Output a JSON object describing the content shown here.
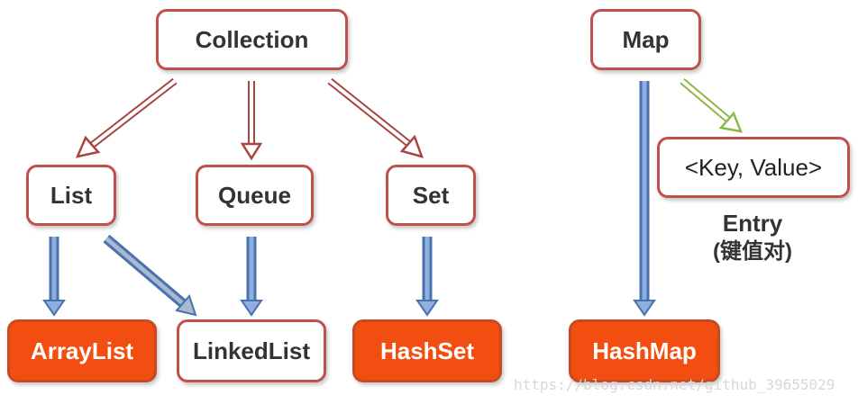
{
  "nodes": {
    "collection": "Collection",
    "list": "List",
    "queue": "Queue",
    "set": "Set",
    "arraylist": "ArrayList",
    "linkedlist": "LinkedList",
    "hashset": "HashSet",
    "map": "Map",
    "key_value": "<Key, Value>",
    "hashmap": "HashMap"
  },
  "entry_label": "Entry",
  "entry_sublabel": "(键值对)",
  "watermark": "https://blog.csdn.net/github_39655029",
  "colors": {
    "interface_border": "#c0504d",
    "implementation_fill": "#f24e12",
    "inheritance_arrow": "#a94442",
    "implements_arrow": "#5b86c4",
    "entry_arrow": "#8cb94a"
  }
}
